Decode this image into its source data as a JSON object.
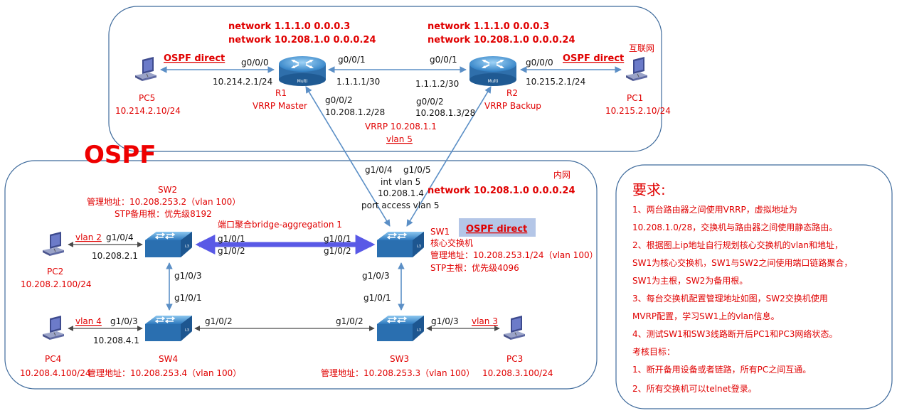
{
  "labels": {
    "ospf_title": "OSPF",
    "lan": "内网",
    "aggregation": "端口聚合bridge-aggregation 1"
  },
  "r1": {
    "name": "R1",
    "role": "VRRP Master",
    "network_1": "network 1.1.1.0 0.0.0.3",
    "network_2": "network 10.208.1.0 0.0.0.24",
    "port_left": "g0/0/0",
    "ip_left": "10.214.2.1/24",
    "port_right": "g0/0/1",
    "ip_right": "1.1.1.1/30",
    "port_down": "g0/0/2",
    "ip_down": "10.208.1.2/28"
  },
  "r2": {
    "name": "R2",
    "role": "VRRP Backup",
    "network_1": "network 1.1.1.0 0.0.0.3",
    "network_2": "network 10.208.1.0 0.0.0.24",
    "port_left": "g0/0/1",
    "ip_left": "1.1.1.2/30",
    "port_right": "g0/0/0",
    "ip_right": "10.215.2.1/24",
    "port_down": "g0/0/2",
    "ip_down": "10.208.1.3/28"
  },
  "pc5": {
    "name": "PC5",
    "ip": "10.214.2.10/24",
    "ospf_label": "OSPF direct"
  },
  "pc1": {
    "name": "PC1",
    "ip": "10.215.2.10/24",
    "ospf_label": "OSPF direct",
    "zone_label": "互联网"
  },
  "vrrp": {
    "address": "VRRP 10.208.1.1",
    "vlan": "vlan 5"
  },
  "sw1": {
    "name": "SW1",
    "role": "核心交换机",
    "mgmt": "管理地址：10.208.253.1/24（vlan 100）",
    "stp": "STP主根：优先级4096",
    "ospf_label": "OSPF direct",
    "network": "network 10.208.1.0 0.0.0.24",
    "uplink_port_1": "g1/0/4",
    "uplink_port_2": "g1/0/5",
    "vlanif": "int vlan 5",
    "vlanif_ip": "10.208.1.4",
    "port_access": "port access vlan 5",
    "agg_port_1": "g1/0/1",
    "agg_port_2": "g1/0/2",
    "down_port": "g1/0/3"
  },
  "sw2": {
    "name": "SW2",
    "mgmt": "管理地址：10.208.253.2（vlan 100）",
    "stp": "STP备用根：优先级8192",
    "agg_port_1": "g1/0/1",
    "agg_port_2": "g1/0/2",
    "pc_port": "g1/0/4",
    "vlanif_ip": "10.208.2.1",
    "down_port": "g1/0/3"
  },
  "sw3": {
    "name": "SW3",
    "mgmt": "管理地址：10.208.253.3（vlan 100）",
    "up_port": "g1/0/1",
    "left_port": "g1/0/2",
    "pc_port": "g1/0/3"
  },
  "sw4": {
    "name": "SW4",
    "mgmt": "管理地址：10.208.253.4（vlan 100）",
    "up_port": "g1/0/1",
    "pc_port": "g1/0/3",
    "vlanif_ip": "10.208.4.1",
    "right_port": "g1/0/2"
  },
  "pc2": {
    "name": "PC2",
    "ip": "10.208.2.100/24",
    "vlan": "vlan 2"
  },
  "pc3": {
    "name": "PC3",
    "ip": "10.208.3.100/24",
    "vlan": "vlan 3"
  },
  "pc4": {
    "name": "PC4",
    "ip": "10.208.4.100/24",
    "vlan": "vlan 4"
  },
  "requirements": {
    "title": "要求:",
    "lines": [
      "1、两台路由器之间使用VRRP，虚拟地址为",
      "10.208.1.0/28，交换机与路由器之间使用静态路由。",
      "2、根据图上ip地址自行规划核心交换机的vlan和地址，",
      "SW1为核心交换机，SW1与SW2之间使用端口链路聚合，",
      "SW1为主根，SW2为备用根。",
      "3、每台交换机配置管理地址如图，SW2交换机使用",
      "MVRP配置，学习SW1上的vlan信息。",
      "4、测试SW1和SW3线路断开后PC1和PC3网络状态。",
      "考核目标：",
      "1、断开备用设备或者链路，所有PC之间互通。",
      "2、所有交换机可以telnet登录。"
    ]
  }
}
